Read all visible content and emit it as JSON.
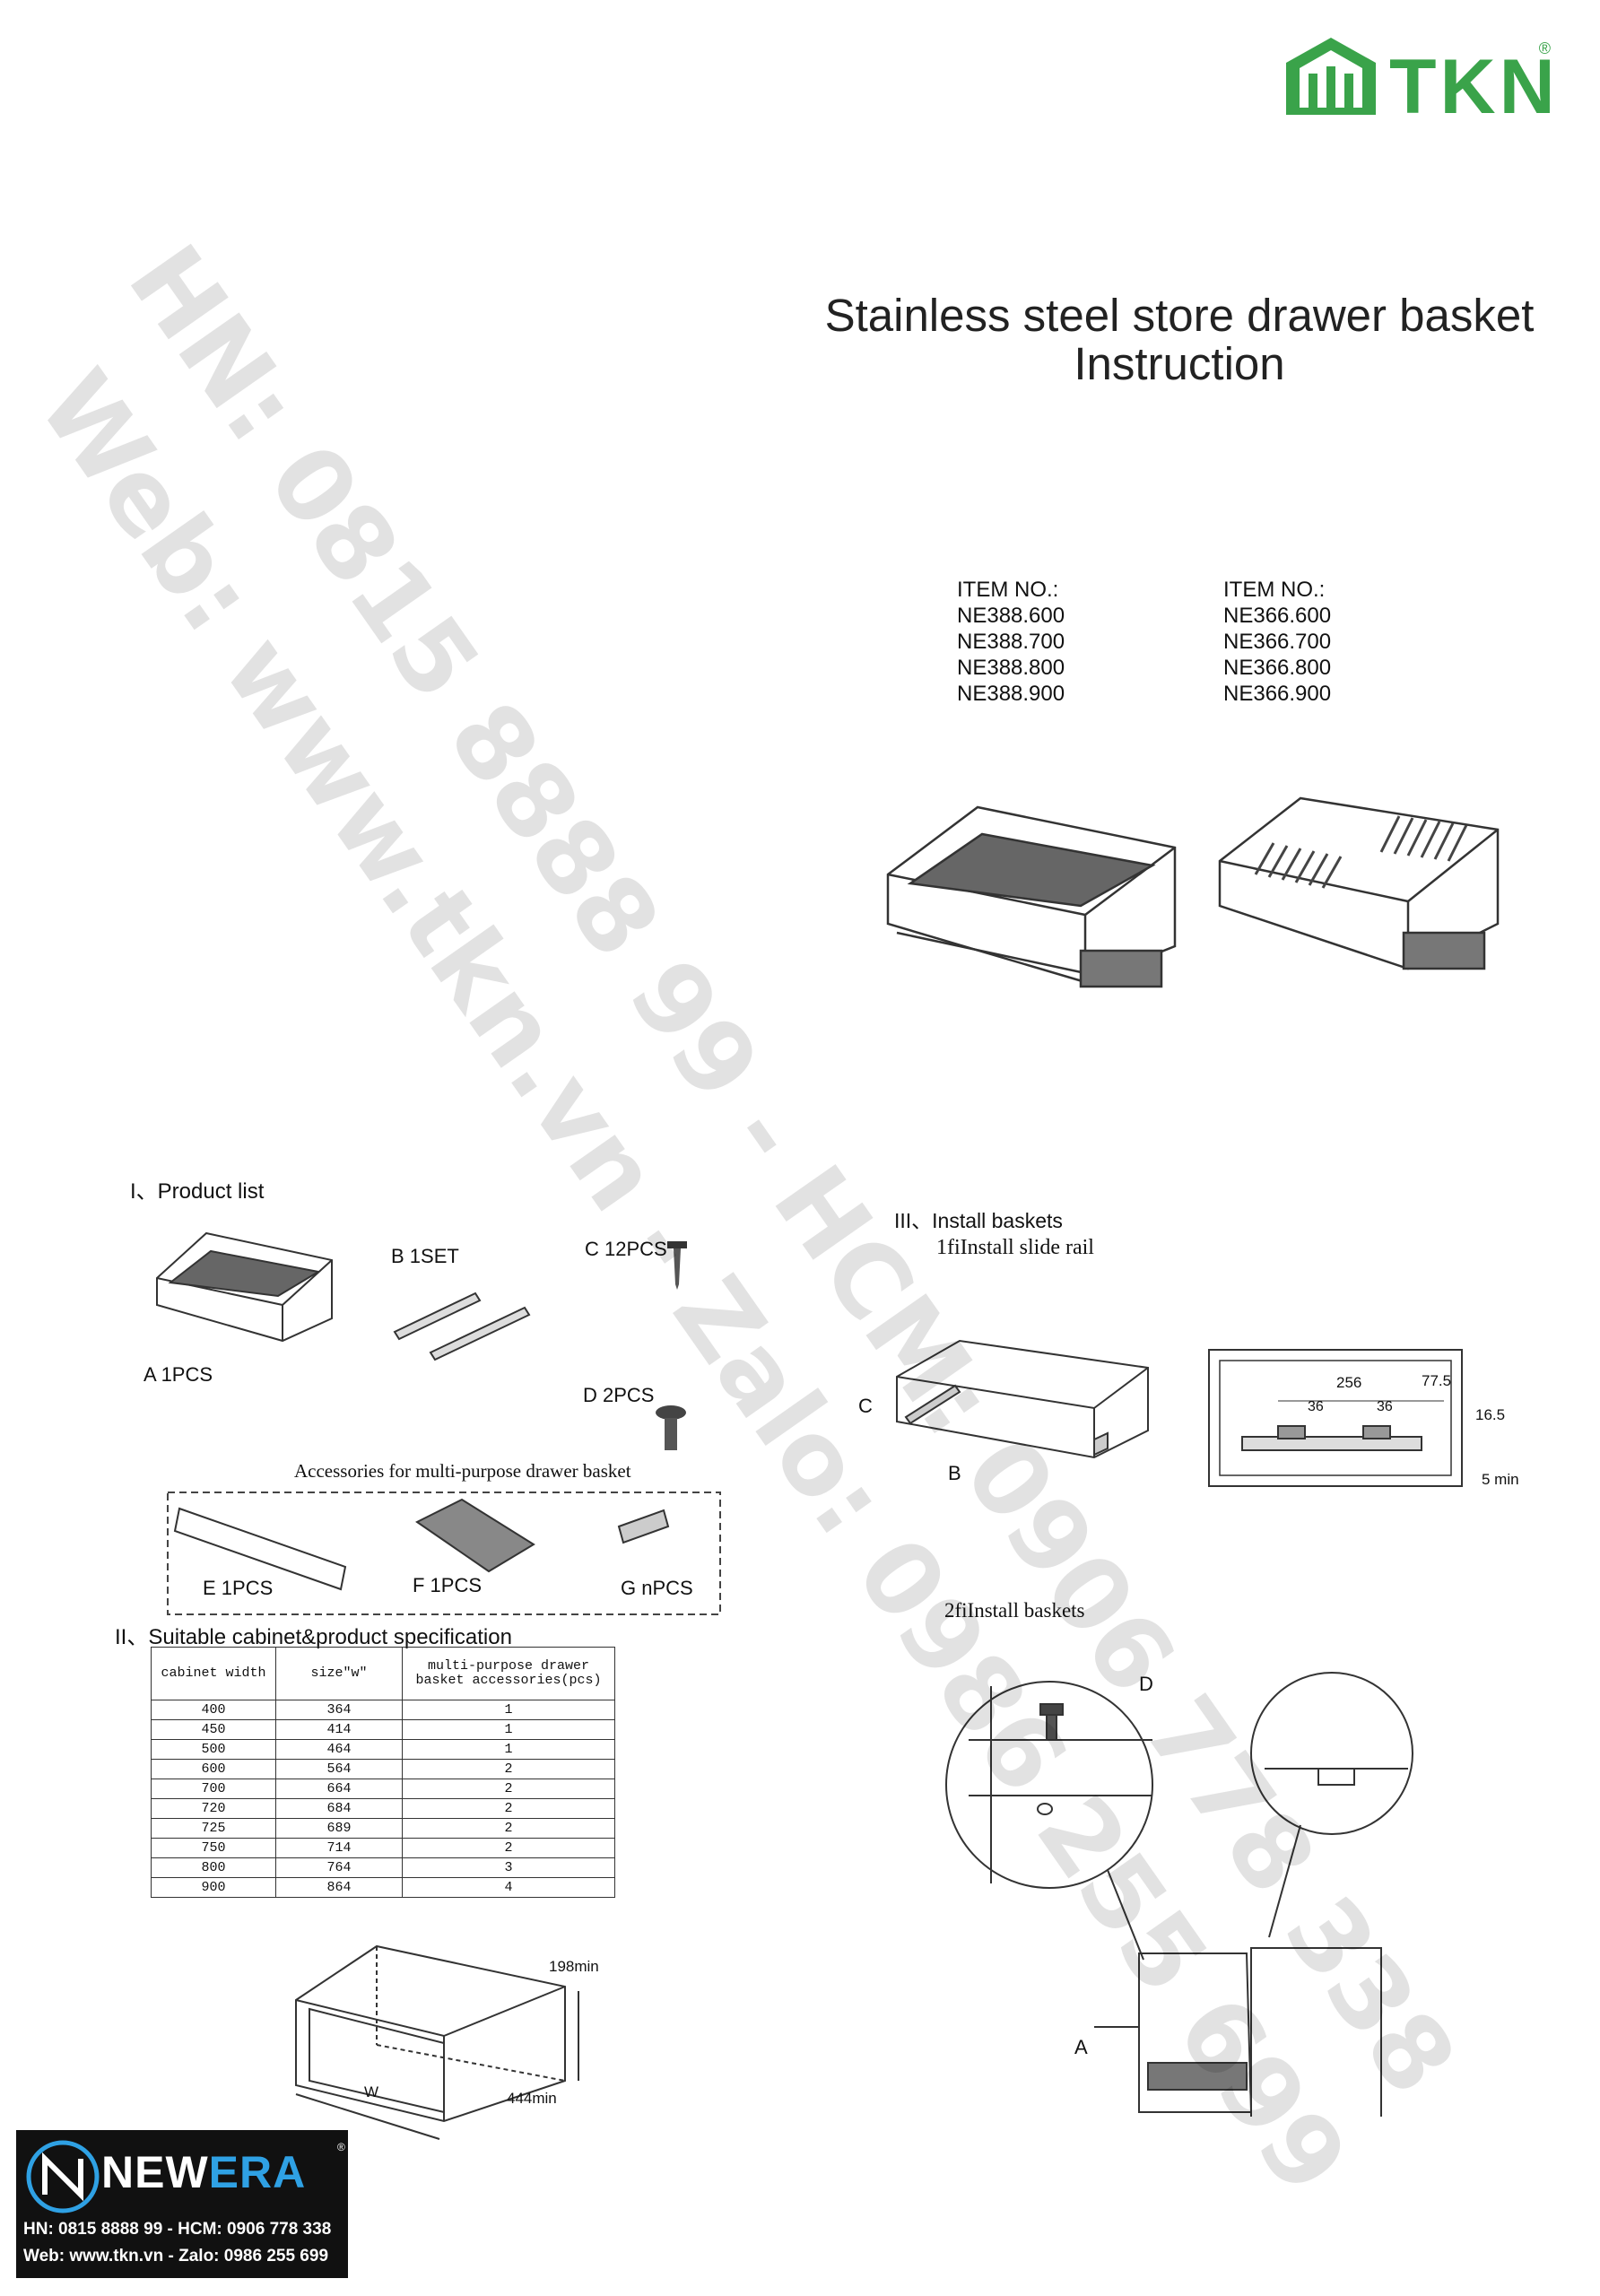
{
  "brand": {
    "logo_text": "TKN",
    "registered": "®"
  },
  "title": {
    "line1": "Stainless steel store drawer basket",
    "line2": "Instruction"
  },
  "items_left": {
    "header": "ITEM NO.:",
    "list": [
      "NE388.600",
      "NE388.700",
      "NE388.800",
      "NE388.900"
    ]
  },
  "items_right": {
    "header": "ITEM NO.:",
    "list": [
      "NE366.600",
      "NE366.700",
      "NE366.800",
      "NE366.900"
    ]
  },
  "product_list": {
    "heading": "I、Product list",
    "a": "A 1PCS",
    "b": "B 1SET",
    "c": "C 12PCS",
    "d": "D 2PCS",
    "accessories_caption": "Accessories for multi-purpose drawer basket",
    "e": "E 1PCS",
    "f": "F 1PCS",
    "g": "G nPCS"
  },
  "spec": {
    "heading": "II、Suitable cabinet&product specification",
    "headers": [
      "cabinet width",
      "size\"w\"",
      "multi-purpose drawer basket accessories(pcs)"
    ],
    "rows": [
      [
        "400",
        "364",
        "1"
      ],
      [
        "450",
        "414",
        "1"
      ],
      [
        "500",
        "464",
        "1"
      ],
      [
        "600",
        "564",
        "2"
      ],
      [
        "700",
        "664",
        "2"
      ],
      [
        "720",
        "684",
        "2"
      ],
      [
        "725",
        "689",
        "2"
      ],
      [
        "750",
        "714",
        "2"
      ],
      [
        "800",
        "764",
        "3"
      ],
      [
        "900",
        "864",
        "4"
      ]
    ],
    "dim_198": "198min",
    "dim_444": "444min",
    "dim_w": "W"
  },
  "install": {
    "heading": "III、Install baskets",
    "step1": "1fiInstall slide rail",
    "step2": "2fiInstall baskets",
    "label_c": "C",
    "label_b": "B",
    "label_d": "D",
    "label_a": "A",
    "dims": {
      "d256": "256",
      "d775": "77.5",
      "d36a": "36",
      "d36b": "36",
      "d165": "16.5",
      "dmin": "5 min"
    }
  },
  "watermark": {
    "line1": "HN: 0815 8888 99 - HCM: 0906 778 338",
    "line2": "Web: www.tkn.vn - Zalo: 0986 255 699"
  },
  "footer": {
    "brand_ne": "NEW",
    "brand_era": "ERA",
    "registered": "®",
    "line1": "HN: 0815 8888 99 - HCM: 0906 778 338",
    "line2": "Web: www.tkn.vn - Zalo: 0986 255 699"
  },
  "colors": {
    "brand_green": "#3aa34a",
    "newera_blue": "#2fa1e4"
  }
}
